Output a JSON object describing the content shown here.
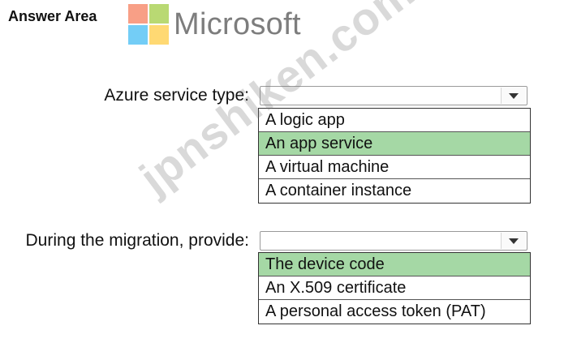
{
  "header": {
    "answer_area": "Answer Area",
    "logo_text": "Microsoft"
  },
  "question1": {
    "label": "Azure service type:",
    "selected_value": "",
    "options": [
      {
        "label": "A logic app",
        "selected": false
      },
      {
        "label": "An app service",
        "selected": true
      },
      {
        "label": "A virtual machine",
        "selected": false
      },
      {
        "label": "A container instance",
        "selected": false
      }
    ]
  },
  "question2": {
    "label": "During the migration, provide:",
    "selected_value": "",
    "options": [
      {
        "label": "The device code",
        "selected": true
      },
      {
        "label": "An X.509 certificate",
        "selected": false
      },
      {
        "label": "A personal access token (PAT)",
        "selected": false
      }
    ]
  },
  "watermark": "jpnshiken.com",
  "colors": {
    "selected_option": "#a5d8a5",
    "logo_red": "#f25022",
    "logo_green": "#7fba00",
    "logo_blue": "#00a4ef",
    "logo_yellow": "#ffb900"
  }
}
